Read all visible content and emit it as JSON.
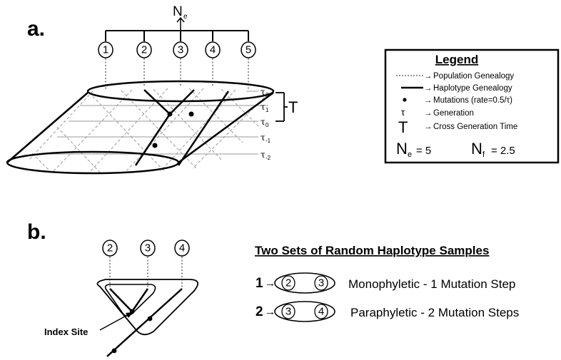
{
  "panels": {
    "a": "a.",
    "b": "b."
  },
  "panel_a": {
    "ne_label": "N",
    "ne_sub": "e",
    "population_nodes": [
      "1",
      "2",
      "3",
      "4",
      "5"
    ],
    "tau_labels": [
      {
        "base": "τ",
        "sub": "2"
      },
      {
        "base": "τ",
        "sub": "1"
      },
      {
        "base": "τ",
        "sub": "0"
      },
      {
        "base": "τ",
        "sub": "-1"
      },
      {
        "base": "τ",
        "sub": "-2"
      }
    ],
    "T_label": "T"
  },
  "legend": {
    "title": "Legend",
    "items": [
      {
        "symbol": "dotted-line",
        "text": "Population Genealogy"
      },
      {
        "symbol": "solid-line",
        "text": "Haplotype Genealogy"
      },
      {
        "symbol": "dot",
        "text": "Mutations (rate=0.5/τ)"
      },
      {
        "symbol": "tau",
        "text": "Generation"
      },
      {
        "symbol": "T",
        "text": "Cross Generation Time"
      }
    ],
    "tau_symbol": "τ",
    "T_symbol": "T",
    "arrow": "→",
    "ne": {
      "base": "N",
      "sub": "e",
      "value": "= 5"
    },
    "nf": {
      "base": "N",
      "sub": "f",
      "value": "= 2.5"
    }
  },
  "panel_b": {
    "nodes": [
      "2",
      "3",
      "4"
    ],
    "index_site_label": "Index Site",
    "title": "Two Sets of  Random Haplotype Samples",
    "samples": [
      {
        "id": "1",
        "arrow": "→",
        "nodes": [
          "2",
          "3"
        ],
        "description": "Monophyletic - 1 Mutation Step"
      },
      {
        "id": "2",
        "arrow": "→",
        "nodes": [
          "3",
          "4"
        ],
        "description": "Paraphyletic - 2 Mutation Steps"
      }
    ]
  }
}
